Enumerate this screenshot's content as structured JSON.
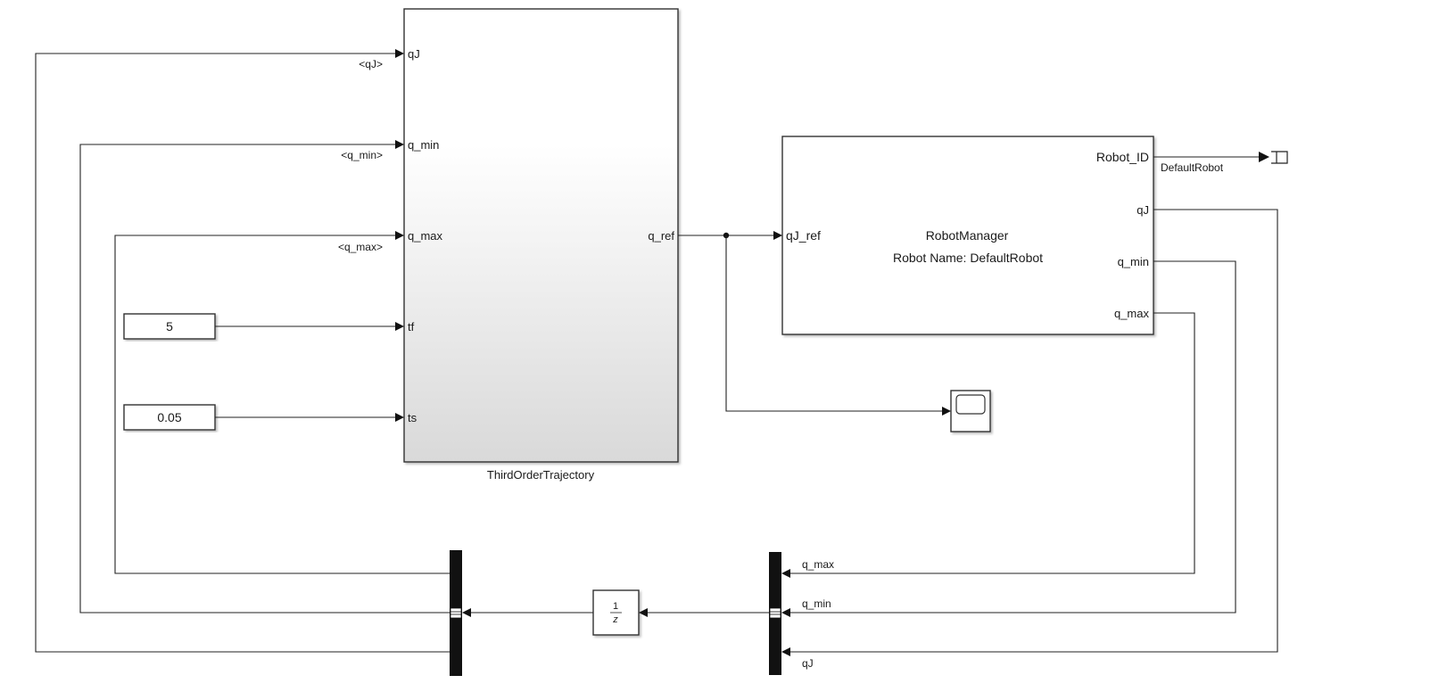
{
  "trajectory_block": {
    "name": "ThirdOrderTrajectory",
    "inputs": [
      "qJ",
      "q_min",
      "q_max",
      "tf",
      "ts"
    ],
    "output": "q_ref"
  },
  "robot_manager": {
    "title": "RobotManager",
    "subtitle": "Robot Name: DefaultRobot",
    "input": "qJ_ref",
    "outputs": [
      "Robot_ID",
      "qJ",
      "q_min",
      "q_max"
    ]
  },
  "constants": {
    "tf_value": "5",
    "ts_value": "0.05"
  },
  "signal_labels": {
    "robot_id": "DefaultRobot",
    "sel_qJ": "<qJ>",
    "sel_q_min": "<q_min>",
    "sel_q_max": "<q_max>",
    "bus_q_max": "q_max",
    "bus_q_min": "q_min",
    "bus_qJ": "qJ"
  },
  "unit_delay": {
    "numerator": "1",
    "denominator": "z"
  },
  "colors": {
    "line": "#222222",
    "block_border": "#333333",
    "gradient_top": "#ffffff",
    "gradient_bottom": "#d9d9d9",
    "bus_bar": "#111111"
  }
}
